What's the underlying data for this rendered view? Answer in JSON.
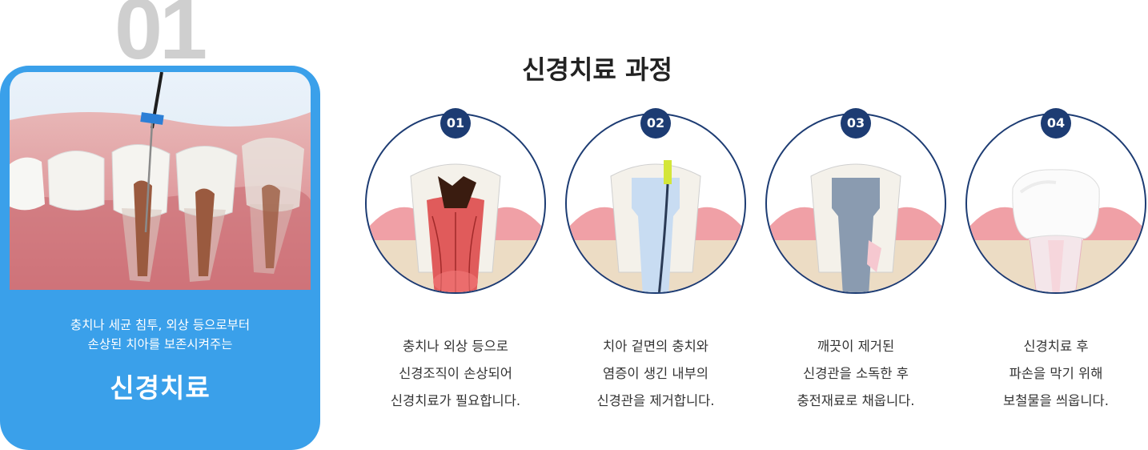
{
  "hero": {
    "number": "01",
    "desc_line1": "충치나 세균 침투, 외상 등으로부터",
    "desc_line2": "손상된 치아를 보존시켜주는",
    "title": "신경치료"
  },
  "section_title": "신경치료 과정",
  "steps": [
    {
      "number": "01",
      "line1": "충치나 외상 등으로",
      "line2": "신경조직이 손상되어",
      "line3": "신경치료가 필요합니다."
    },
    {
      "number": "02",
      "line1": "치아 겉면의 충치와",
      "line2": "염증이 생긴 내부의",
      "line3": "신경관을 제거합니다."
    },
    {
      "number": "03",
      "line1": "깨끗이 제거된",
      "line2": "신경관을 소독한 후",
      "line3": "충전재료로 채웁니다."
    },
    {
      "number": "04",
      "line1": "신경치료 후",
      "line2": "파손을 막기 위해",
      "line3": "보철물을 씌웁니다."
    }
  ],
  "colors": {
    "accent": "#3aa0ea",
    "badge": "#1d3c73",
    "circle_border": "#1d3c73"
  }
}
